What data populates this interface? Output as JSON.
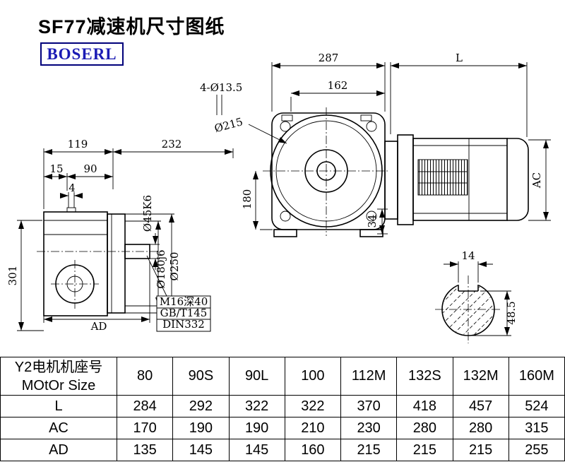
{
  "page": {
    "title": "SF77减速机尺寸图纸",
    "logo": "BOSERL",
    "logo_color": "#1b1bb4",
    "logo_border_color": "#00007a"
  },
  "drawing": {
    "side_view": {
      "d119": "119",
      "d232": "232",
      "d15": "15",
      "d90": "90",
      "d4": "4",
      "d301": "301",
      "dAD": "AD",
      "shaft_dia": "Ø45K6",
      "spigot_dia": "Ø180j6",
      "flange_dia": "Ø250",
      "tap": "M16深40",
      "std1": "GB/T145",
      "std2": "DIN332"
    },
    "front_view": {
      "d287": "287",
      "dL": "L",
      "bolt_holes": "4-Ø13.5",
      "d162": "162",
      "d215": "Ø215",
      "d180": "180",
      "d34": "34",
      "dAC": "AC"
    },
    "shaft_section": {
      "key_width": "14",
      "key_height": "48.5"
    }
  },
  "table": {
    "header": {
      "label_cn": "Y2电机机座号",
      "label_en": "MOtOr Size",
      "sizes": [
        "80",
        "90S",
        "90L",
        "100",
        "112M",
        "132S",
        "132M",
        "160M"
      ]
    },
    "rows": [
      {
        "label": "L",
        "values": [
          "284",
          "292",
          "322",
          "322",
          "370",
          "418",
          "457",
          "524"
        ]
      },
      {
        "label": "AC",
        "values": [
          "170",
          "190",
          "190",
          "210",
          "230",
          "280",
          "280",
          "315"
        ]
      },
      {
        "label": "AD",
        "values": [
          "135",
          "145",
          "145",
          "160",
          "215",
          "215",
          "215",
          "255"
        ]
      }
    ]
  }
}
